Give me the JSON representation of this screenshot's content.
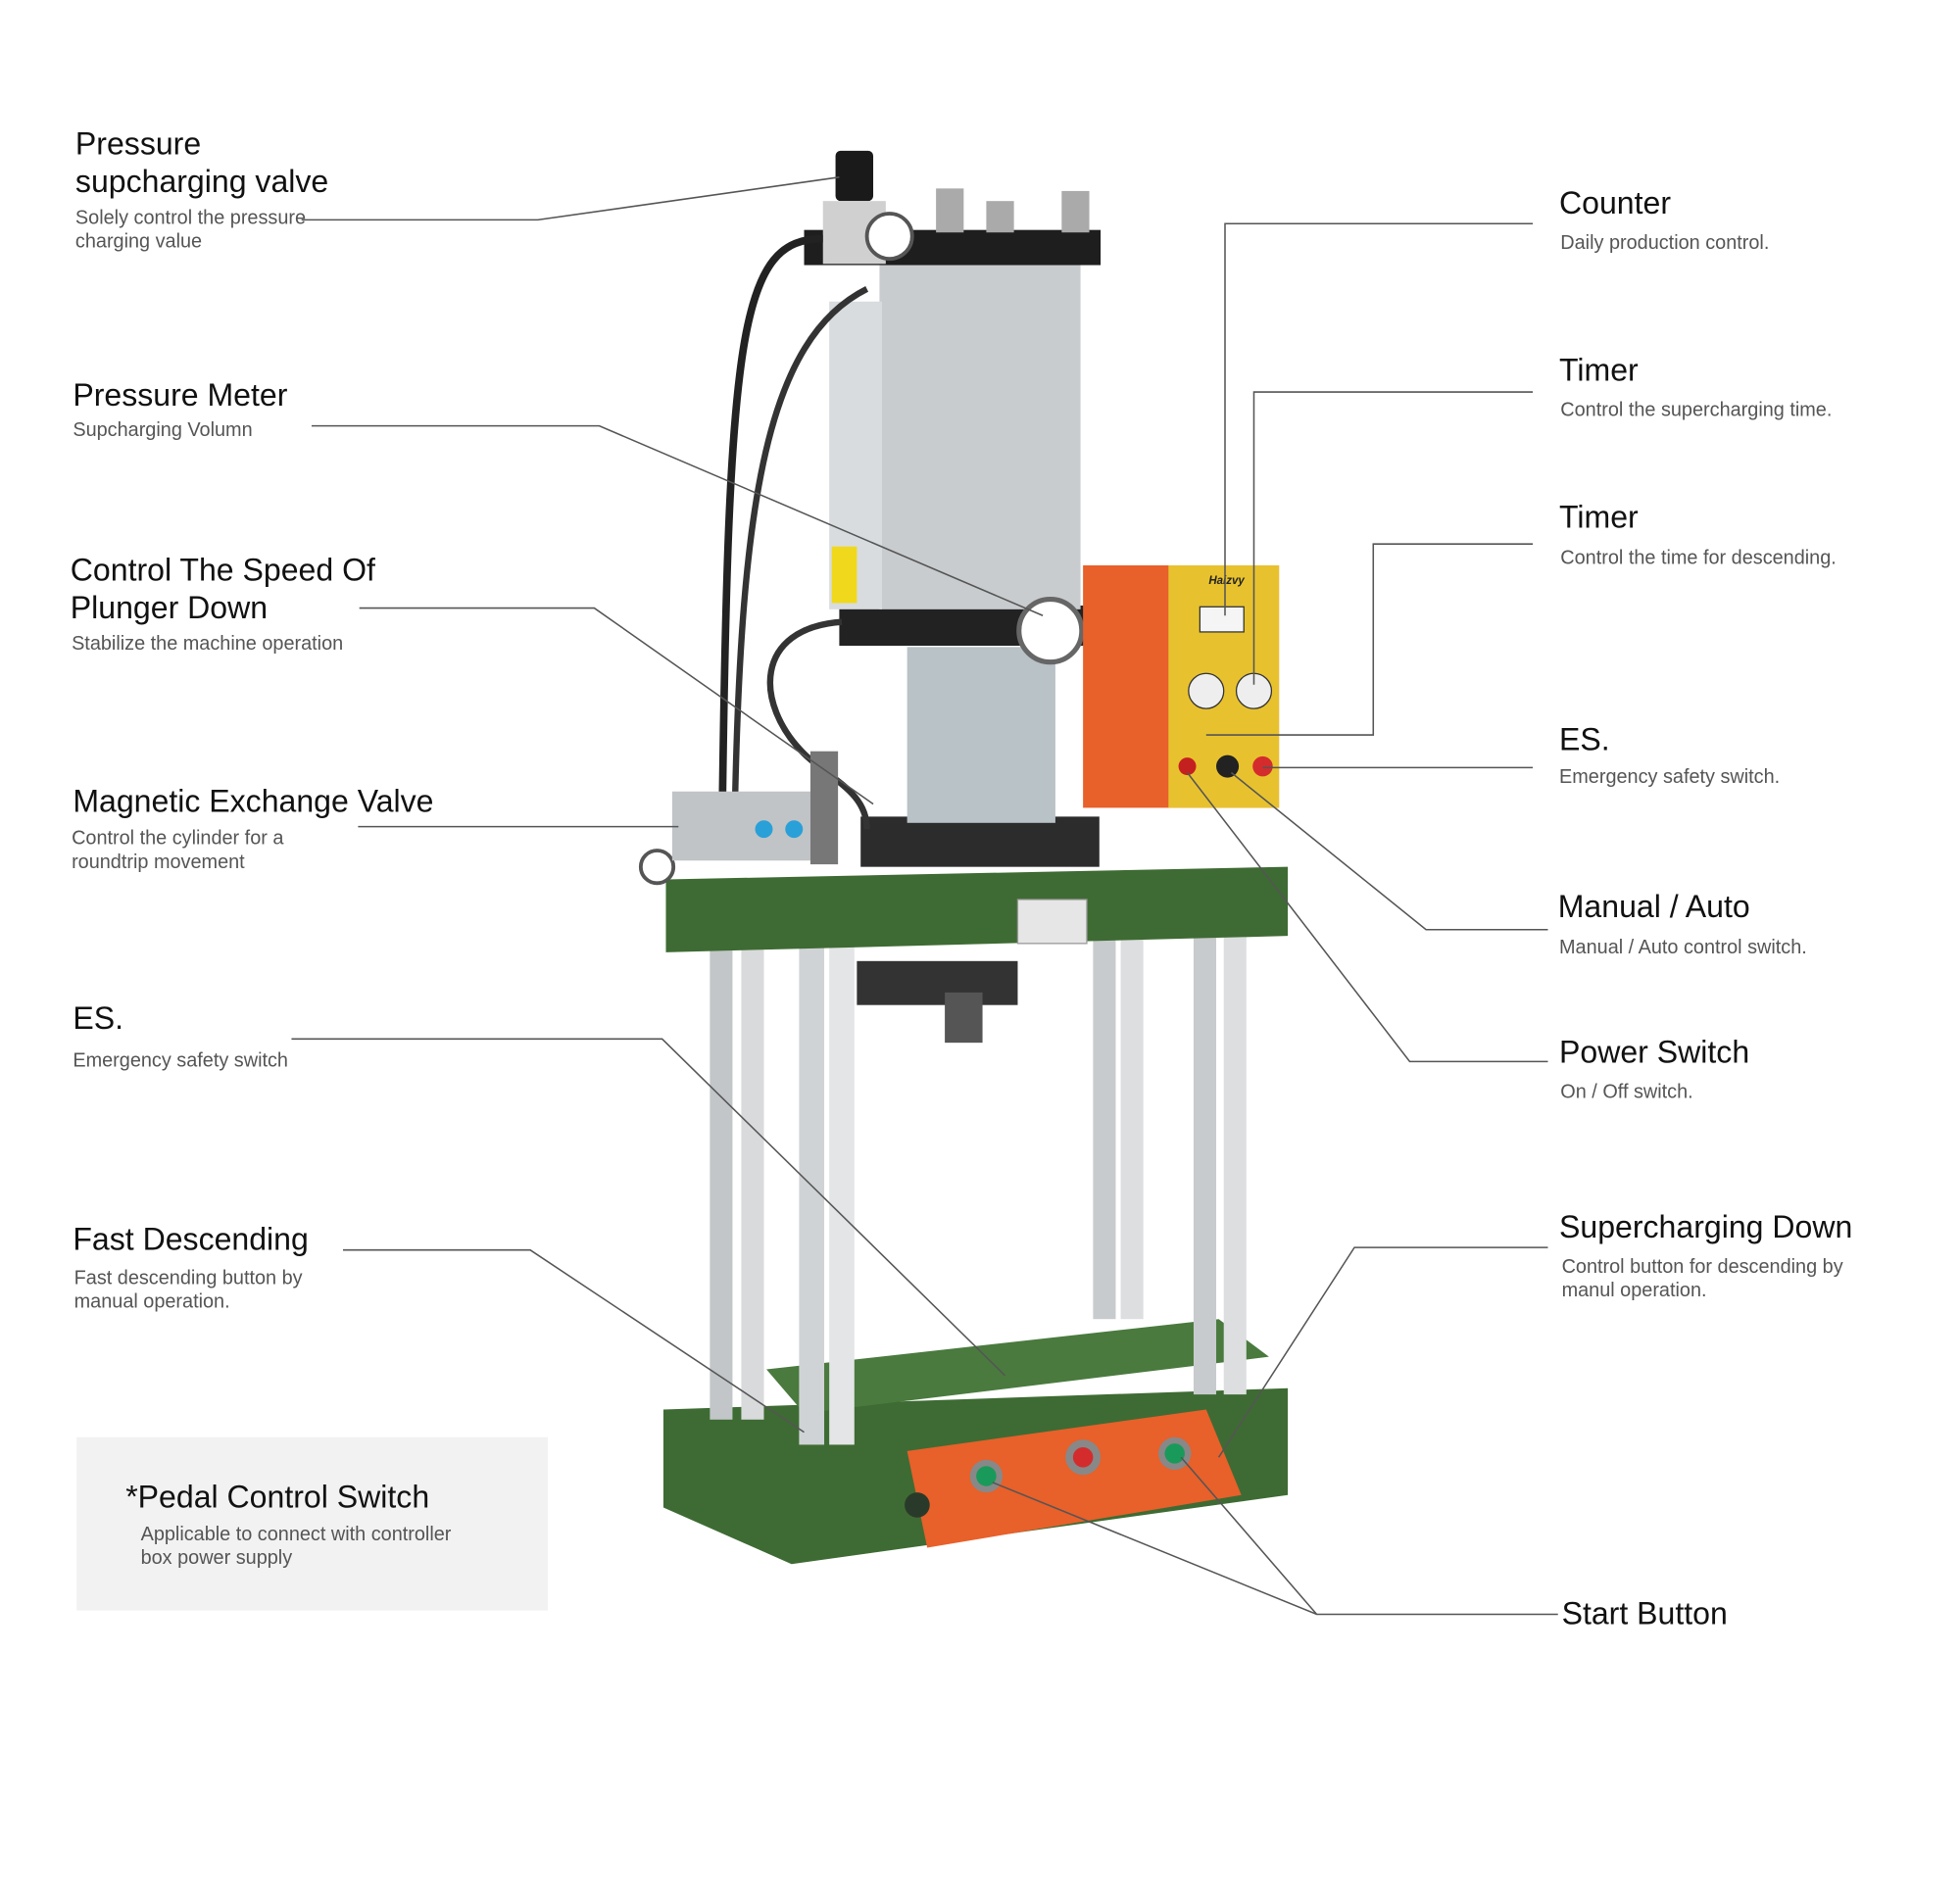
{
  "left_labels": [
    {
      "title": [
        "Pressure",
        "supcharging valve"
      ],
      "desc": [
        "Solely control the pressure",
        "charging value"
      ]
    },
    {
      "title": [
        "Pressure Meter"
      ],
      "desc": [
        "Supcharging Volumn"
      ]
    },
    {
      "title": [
        "Control The Speed Of",
        "Plunger Down"
      ],
      "desc": [
        "Stabilize the machine operation"
      ]
    },
    {
      "title": [
        "Magnetic Exchange Valve"
      ],
      "desc": [
        "Control the cylinder for a",
        "roundtrip movement"
      ]
    },
    {
      "title": [
        "ES."
      ],
      "desc": [
        "Emergency safety switch"
      ]
    },
    {
      "title": [
        "Fast Descending"
      ],
      "desc": [
        "Fast descending button by",
        "manual operation."
      ]
    }
  ],
  "pedal_box": {
    "title": "*Pedal Control Switch",
    "desc": [
      "Applicable to connect with controller",
      "box power supply"
    ]
  },
  "right_labels": [
    {
      "title": "Counter",
      "desc": [
        "Daily production control."
      ]
    },
    {
      "title": "Timer",
      "desc": [
        "Control the supercharging time."
      ]
    },
    {
      "title": "Timer",
      "desc": [
        "Control the time for descending."
      ]
    },
    {
      "title": "ES.",
      "desc": [
        "Emergency safety switch."
      ]
    },
    {
      "title": "Manual / Auto",
      "desc": [
        "Manual / Auto control switch."
      ]
    },
    {
      "title": "Power Switch",
      "desc": [
        "On / Off switch."
      ]
    },
    {
      "title": "Supercharging Down",
      "desc": [
        "Control button for descending by",
        "manul operation."
      ]
    },
    {
      "title": "Start Button",
      "desc": []
    }
  ],
  "machine": {
    "brand": "Haizvy"
  },
  "colors": {
    "frame_green": "#3e6b33",
    "box_orange": "#e8602a",
    "panel_yellow": "#e8c22e",
    "cylinder_silver": "#c9ccce"
  }
}
